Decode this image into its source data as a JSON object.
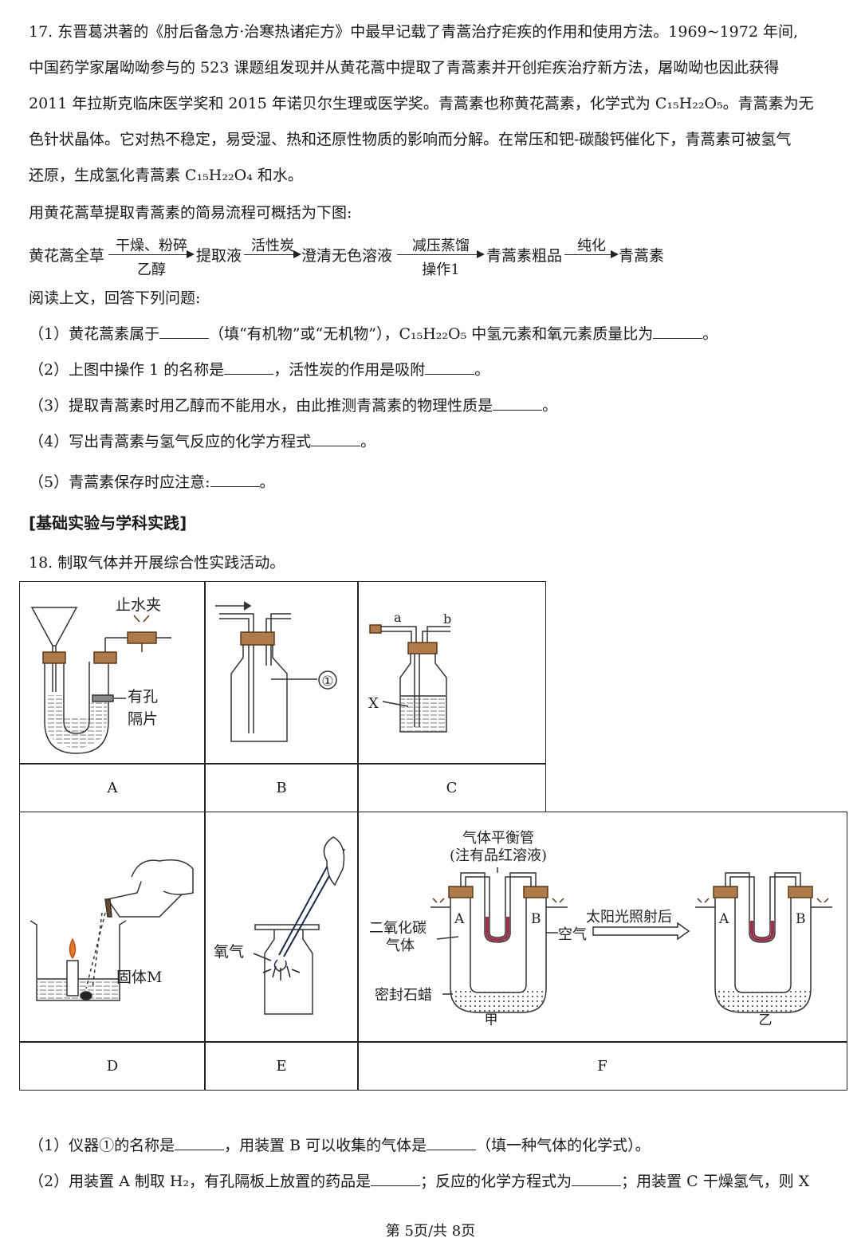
{
  "q17": {
    "line1": "17. 东晋葛洪著的《肘后备急方·治寒热诸疟方》中最早记载了青蒿治疗疟疾的作用和使用方法。1969~1972 年间,",
    "line2": "中国药学家屠呦呦参与的 523 课题组发现并从黄花蒿中提取了青蒿素并开创疟疾治疗新方法，屠呦呦也因此获得",
    "line3": "2011 年拉斯克临床医学奖和 2015 年诺贝尔生理或医学奖。青蒿素也称黄花蒿素，化学式为 C₁₅H₂₂O₅。青蒿素为无",
    "line4": "色针状晶体。它对热不稳定，易受湿、热和还原性物质的影响而分解。在常压和钯-碳酸钙催化下，青蒿素可被氢气",
    "line5": "还原，生成氢化青蒿素 C₁₅H₂₂O₄ 和水。",
    "flow_intro": "用黄花蒿草提取青蒿素的简易流程可概括为下图:",
    "flow": {
      "n1": "黄花蒿全草",
      "a1_top": "干燥、粉碎",
      "a1_bot": "乙醇",
      "n2": "提取液",
      "a2_top": "活性炭",
      "n3": "澄清无色溶液",
      "a3_top": "减压蒸馏",
      "a3_bot": "操作1",
      "n4": "青蒿素粗品",
      "a4_top": "纯化",
      "n5": "青蒿素"
    },
    "read": "阅读上文，回答下列问题:",
    "s1a": "（1）黄花蒿素属于",
    "s1b": "（填“有机物”或“无机物”），C₁₅H₂₂O₅ 中氢元素和氧元素质量比为",
    "s1c": "。",
    "s2a": "（2）上图中操作 1 的名称是",
    "s2b": "，活性炭的作用是吸附",
    "s2c": "。",
    "s3a": "（3）提取青蒿素时用乙醇而不能用水，由此推测青蒿素的物理性质是",
    "s3b": "。",
    "s4a": "（4）写出青蒿素与氢气反应的化学方程式",
    "s4b": "。",
    "s5a": "（5）青蒿素保存时应注意:",
    "s5b": "。"
  },
  "section_heading": "[基础实验与学科实践]",
  "q18": {
    "intro": "18. 制取气体并开展综合性实践活动。",
    "labels": {
      "A": "A",
      "B": "B",
      "C": "C",
      "D": "D",
      "E": "E",
      "F": "F"
    },
    "diagram": {
      "clamp": "止水夹",
      "porous1": "有孔",
      "porous2": "隔片",
      "circle1": "①",
      "ca": "a",
      "cb": "b",
      "cx": "X",
      "solid_m": "固体M",
      "oxygen": "氧气",
      "tube1": "气体平衡管",
      "tube2": "(注有品红溶液)",
      "co2_1": "二氧化碳",
      "co2_2": "气体",
      "air": "空气",
      "wax": "密封石蜡",
      "sun": "太阳光照射后",
      "fa": "A",
      "fb": "B",
      "fa2": "A",
      "fb2": "B",
      "jia": "甲",
      "yi": "乙"
    },
    "s1a": "（1）仪器①的名称是",
    "s1b": "，用装置 B 可以收集的气体是",
    "s1c": "（填一种气体的化学式）。",
    "s2a": "（2）用装置 A 制取 H₂，有孔隔板上放置的药品是",
    "s2b": "；反应的化学方程式为",
    "s2c": "；用装置 C 干燥氢气，则 X"
  },
  "footer": "第 5页/共 8页"
}
